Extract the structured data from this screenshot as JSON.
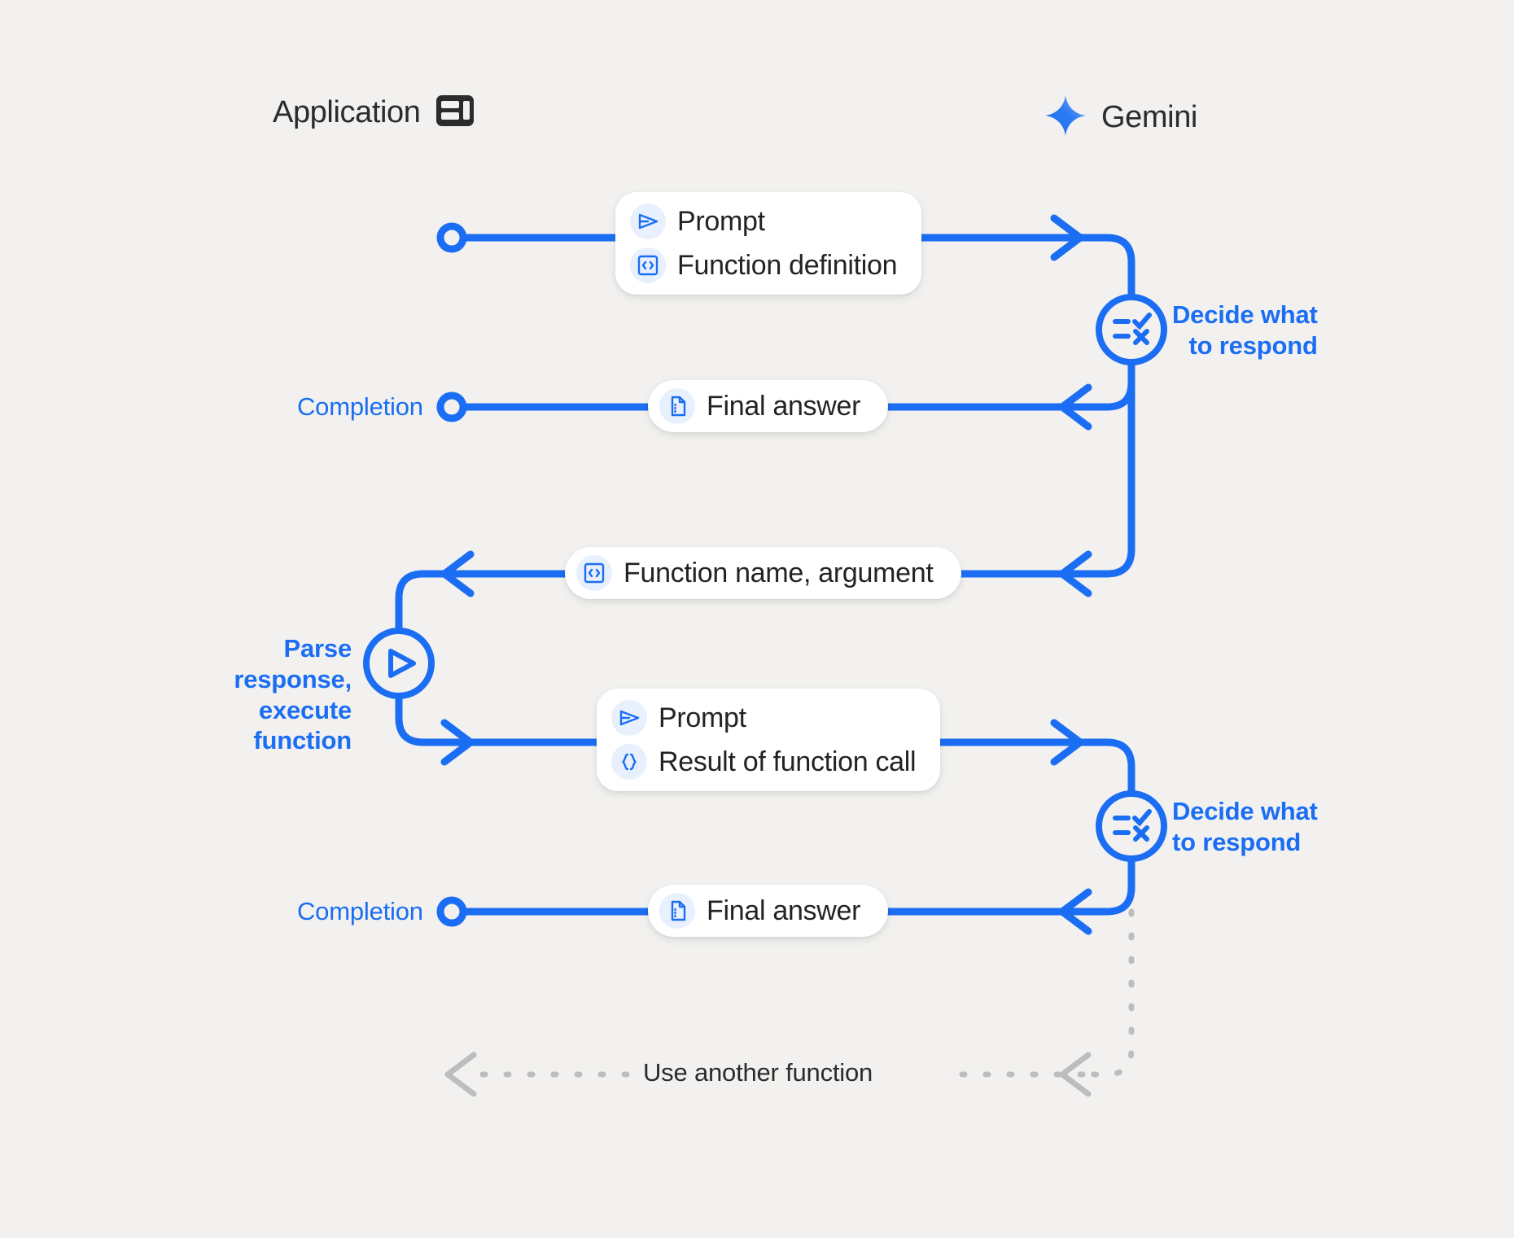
{
  "diagram": {
    "title": "Gemini function calling sequence",
    "background": "#f2f1ef",
    "accent": "#1b6ef3",
    "chip_bg": "#e8f0fe",
    "muted": "#bdbdbd",
    "text": "#232323"
  },
  "actors": [
    {
      "id": "application",
      "label": "Application",
      "icon": "app-window-icon"
    },
    {
      "id": "gemini",
      "label": "Gemini",
      "icon": "gemini-sparkle-icon"
    }
  ],
  "messages": [
    {
      "id": "m1",
      "direction": "app-to-gemini",
      "items": [
        {
          "icon": "send-prompt-icon",
          "label": "Prompt"
        },
        {
          "icon": "code-brackets-icon",
          "label": "Function definition"
        }
      ]
    },
    {
      "id": "m2",
      "direction": "gemini-to-app",
      "items": [
        {
          "icon": "document-icon",
          "label": "Final answer"
        }
      ]
    },
    {
      "id": "m3",
      "direction": "gemini-to-app",
      "items": [
        {
          "icon": "code-brackets-icon",
          "label": "Function name,  argument"
        }
      ]
    },
    {
      "id": "m4",
      "direction": "app-to-gemini",
      "items": [
        {
          "icon": "send-prompt-icon",
          "label": "Prompt"
        },
        {
          "icon": "curly-braces-icon",
          "label": "Result of function call"
        }
      ]
    },
    {
      "id": "m5",
      "direction": "gemini-to-app",
      "items": [
        {
          "icon": "document-icon",
          "label": "Final answer"
        }
      ]
    }
  ],
  "annotations": {
    "decide_1": "Decide what\nto respond",
    "decide_2": "Decide what\nto respond",
    "parse": "Parse response,\nexecute function",
    "completion_1": "Completion",
    "completion_2": "Completion",
    "loop": "Use another function"
  },
  "nodes": [
    {
      "id": "decide-node-1",
      "icon": "decision-checklist-icon",
      "side": "gemini"
    },
    {
      "id": "parse-node",
      "icon": "play-execute-icon",
      "side": "application"
    },
    {
      "id": "decide-node-2",
      "icon": "decision-checklist-icon",
      "side": "gemini"
    }
  ]
}
